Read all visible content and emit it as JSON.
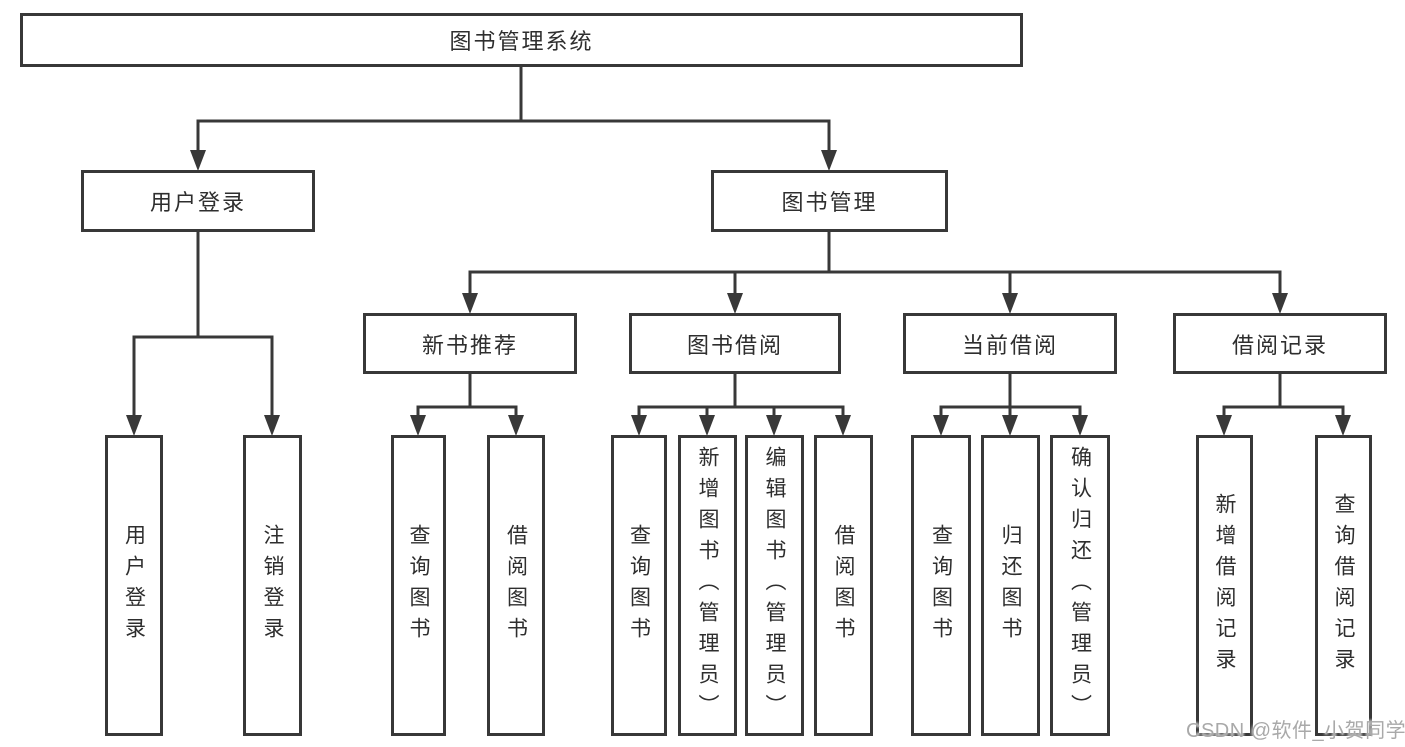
{
  "tree": {
    "label": "图书管理系统",
    "children": [
      {
        "label": "用户登录",
        "children": [
          {
            "label": "用户登录"
          },
          {
            "label": "注销登录"
          }
        ]
      },
      {
        "label": "图书管理",
        "children": [
          {
            "label": "新书推荐",
            "children": [
              {
                "label": "查询图书"
              },
              {
                "label": "借阅图书"
              }
            ]
          },
          {
            "label": "图书借阅",
            "children": [
              {
                "label": "查询图书"
              },
              {
                "label": "新增图书（管理员）"
              },
              {
                "label": "编辑图书（管理员）"
              },
              {
                "label": "借阅图书"
              }
            ]
          },
          {
            "label": "当前借阅",
            "children": [
              {
                "label": "查询图书"
              },
              {
                "label": "归还图书"
              },
              {
                "label": "确认归还（管理员）"
              }
            ]
          },
          {
            "label": "借阅记录",
            "children": [
              {
                "label": "新增借阅记录"
              },
              {
                "label": "查询借阅记录"
              }
            ]
          }
        ]
      }
    ]
  },
  "watermark": {
    "text": "CSDN @软件_小贺同学"
  },
  "colors": {
    "line": "#383838",
    "box_border": "#383838",
    "text": "#2e2e2e",
    "watermark": "#a9a9a9",
    "background": "#ffffff"
  }
}
